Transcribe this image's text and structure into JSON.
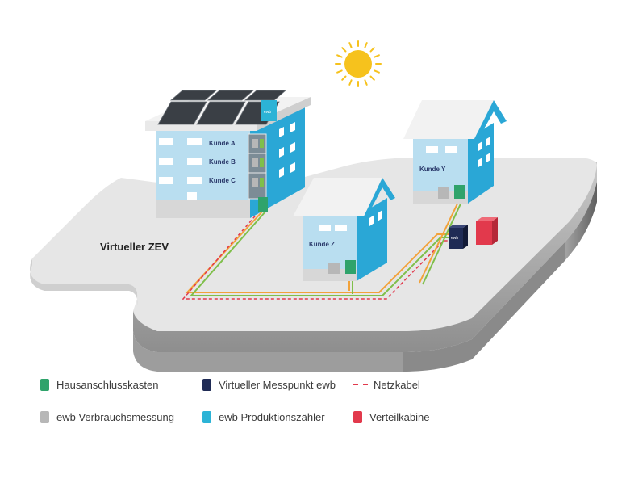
{
  "diagram": {
    "zev_label": "Virtueller ZEV",
    "customers": {
      "a": "Kunde A",
      "b": "Kunde B",
      "c": "Kunde C",
      "z": "Kunde Z",
      "y": "Kunde Y"
    },
    "meter_brand": "ewb"
  },
  "legend": {
    "hausanschlusskasten": "Hausanschlusskasten",
    "messpunkt": "Virtueller Messpunkt ewb",
    "netzkabel": "Netzkabel",
    "verbrauchsmessung": "ewb Verbrauchsmessung",
    "produktionszaehler": "ewb Produktionszähler",
    "verteilkabine": "Verteilkabine"
  },
  "colors": {
    "hausanschlusskasten": "#2fa36b",
    "messpunkt": "#1f2b55",
    "netzkabel": "#e2394c",
    "verbrauchsmessung": "#b7b7b7",
    "produktionszaehler": "#2cb3d6",
    "verteilkabine": "#e2394c",
    "building_wall": "#b9def0",
    "building_side": "#2aa7d6",
    "ground": "#e6e6e6",
    "sun": "#f6c21d"
  }
}
